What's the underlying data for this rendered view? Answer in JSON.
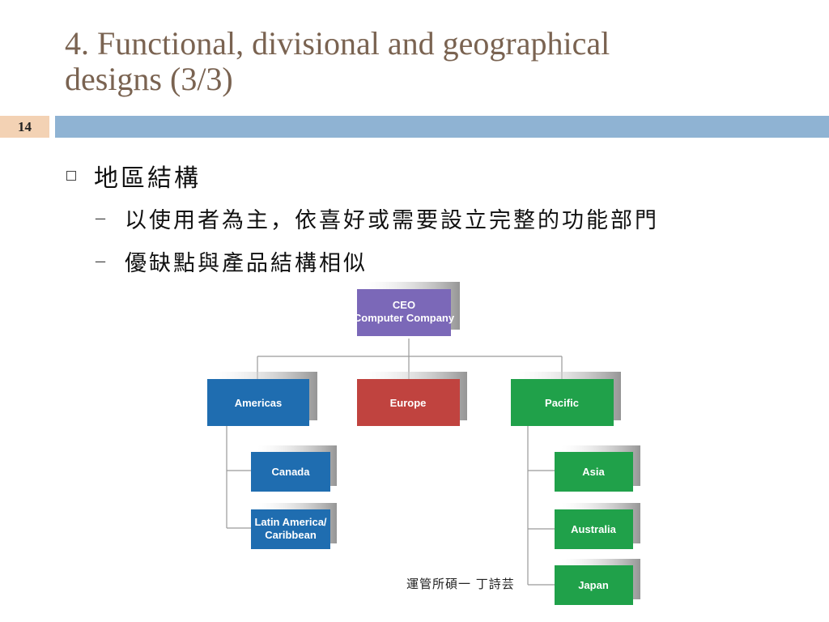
{
  "slide": {
    "title_line1": "4. Functional, divisional and geographical",
    "title_line2": "designs (3/3)",
    "slide_number": "14",
    "bullet": "地區結構",
    "sub_bullets": [
      "以使用者為主，依喜好或需要設立完整的功能部門",
      "優缺點與產品結構相似"
    ],
    "dash_char": "–",
    "footer": "運管所碩一 丁詩芸"
  },
  "org_chart": {
    "ceo": {
      "line1": "CEO",
      "line2": "Computer Company",
      "color": "#7b68b8"
    },
    "americas": {
      "label": "Americas",
      "color": "#1f6db0"
    },
    "europe": {
      "label": "Europe",
      "color": "#c0433f"
    },
    "pacific": {
      "label": "Pacific",
      "color": "#20a14a"
    },
    "canada": {
      "label": "Canada",
      "color": "#1f6db0"
    },
    "latin_line1": "Latin America/",
    "latin_line2": "Caribbean",
    "asia": {
      "label": "Asia",
      "color": "#20a14a"
    },
    "australia": {
      "label": "Australia",
      "color": "#20a14a"
    },
    "japan": {
      "label": "Japan",
      "color": "#20a14a"
    }
  }
}
